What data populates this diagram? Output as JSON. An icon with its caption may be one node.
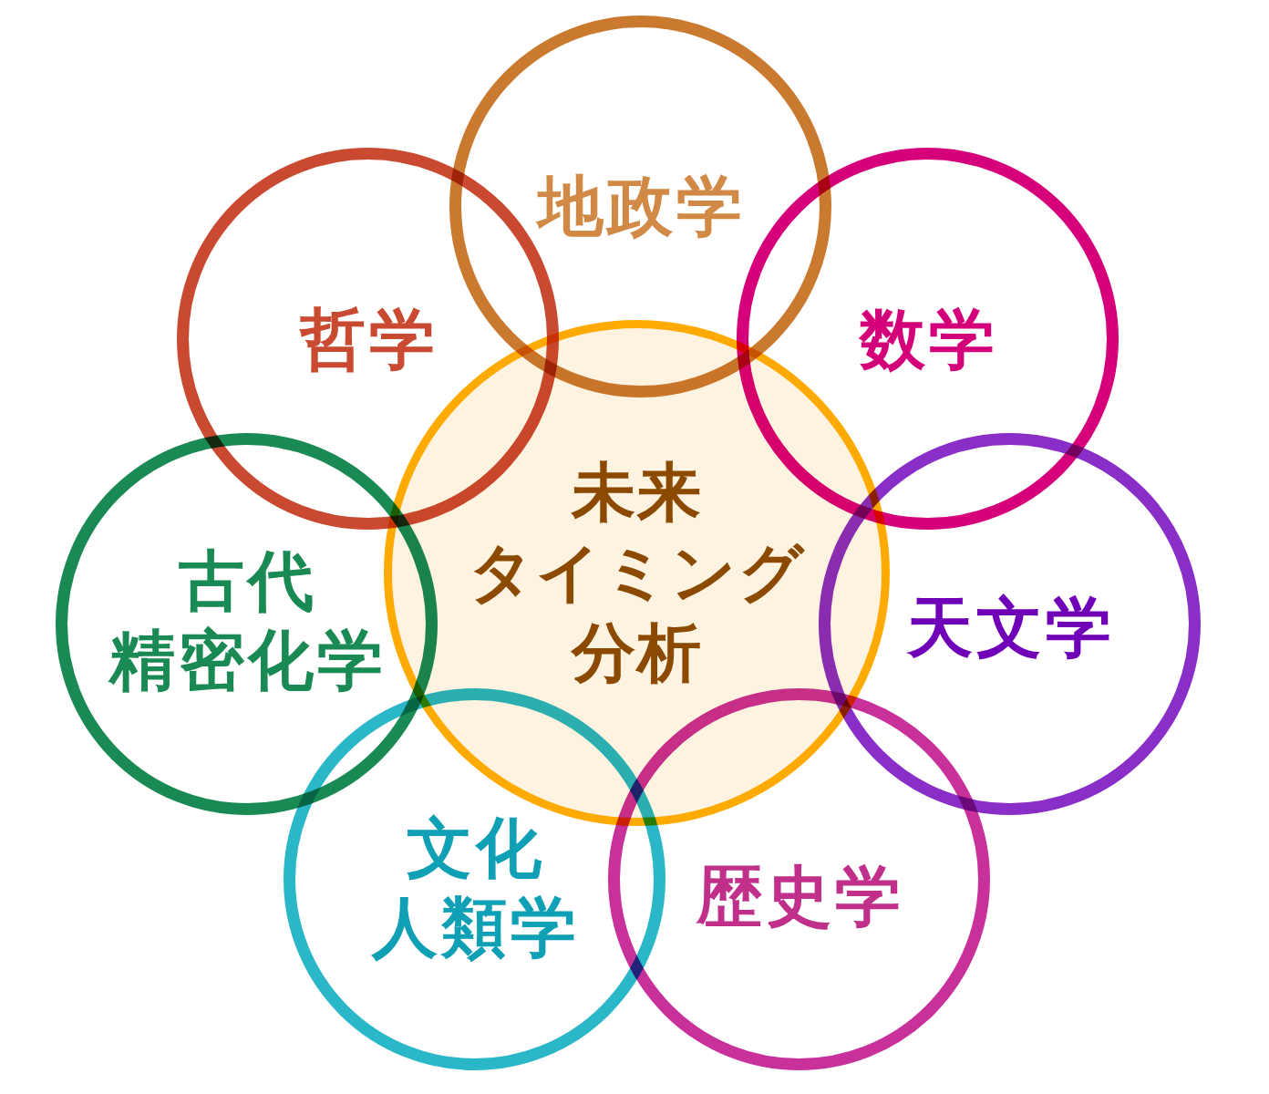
{
  "diagram": {
    "nodes": [
      {
        "text": [
          "地政学"
        ]
      },
      {
        "text": [
          "哲学"
        ]
      },
      {
        "text": [
          "数学"
        ]
      },
      {
        "text": [
          "未来タイミング分析"
        ]
      },
      {
        "text": [
          "古代精密化学"
        ]
      },
      {
        "text": [
          "天文学"
        ]
      },
      {
        "text": [
          "文化人類学"
        ]
      },
      {
        "text": [
          "歴史学"
        ]
      }
    ]
  }
}
